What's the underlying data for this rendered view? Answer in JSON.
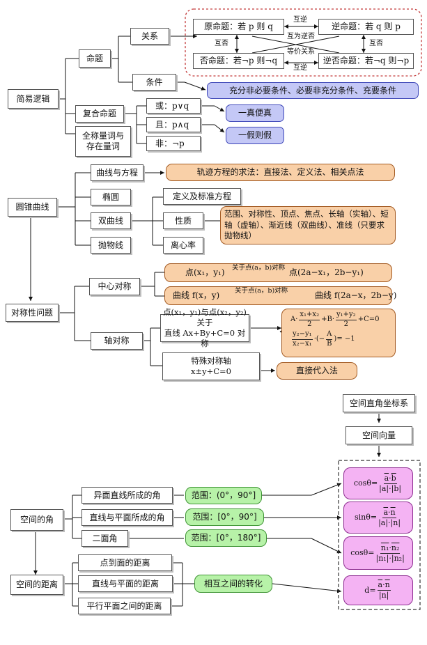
{
  "s1": {
    "root": "简易逻辑",
    "proposition": "命题",
    "relation": "关系",
    "condition": "条件",
    "original": "原命题：若 p 则 q",
    "converse": "逆命题：若 q 则 p",
    "inverse": "否命题：若¬p 则¬q",
    "contrapositive": "逆否命题：若¬q 则¬p",
    "e_huni_top": "互逆",
    "e_huni_bottom": "互逆",
    "e_hufou_left": "互否",
    "e_hufou_right": "互否",
    "e_huweinifou": "互为逆否",
    "e_dengjia": "等价关系",
    "condition_result": "充分非必要条件、必要非充分条件、充要条件",
    "compound": "复合命题",
    "or": "或：p∨q",
    "and": "且：p∧q",
    "not": "非：¬p",
    "or_result": "一真便真",
    "and_result": "一假则假",
    "quantifier": "全称量词与存在量词"
  },
  "s2": {
    "root": "圆锥曲线",
    "curve_eq": "曲线与方程",
    "ellipse": "椭圆",
    "hyperbola": "双曲线",
    "parabola": "抛物线",
    "locus_methods": "轨迹方程的求法：直接法、定义法、相关点法",
    "def_eq": "定义及标准方程",
    "property": "性质",
    "eccentricity": "离心率",
    "property_detail": "范围、对称性、顶点、焦点、长轴（实轴）、短轴（虚轴）、渐近线（双曲线）、准线（只要求抛物线）"
  },
  "s3": {
    "root": "对称性问题",
    "central": "中心对称",
    "axial": "轴对称",
    "point_from": "点(x₁，y₁)",
    "arrow_label": "关于点(a，b)对称",
    "point_to": "点(2a−x₁，2b−y₁)",
    "curve_from": "曲线 f(x，y)",
    "curve_to": "曲线 f(2a−x，2b−y)",
    "axial_cond_1": "点(x₁，y₁)与点(x₂，y₂)关于",
    "axial_cond_2": "直线 Ax+By+C=0 对称",
    "eq1_tail": "+C=0",
    "eq2_tail": "= −1",
    "special_axis_1": "特殊对称轴",
    "special_axis_2": "x±y+C=0",
    "direct_sub": "直接代入法"
  },
  "s4": {
    "coord_system": "空间直角坐标系",
    "vector": "空间向量",
    "angle": "空间的角",
    "distance": "空间的距离",
    "skew_angle": "异面直线所成的角",
    "line_plane_angle": "直线与平面所成的角",
    "dihedral": "二面角",
    "skew_range": "范围：(0°，90°]",
    "line_plane_range": "范围：[0°，90°]",
    "dihedral_range": "范围：[0°，180°]",
    "point_plane": "点到面的距离",
    "line_plane_dist": "直线与平面的距离",
    "plane_plane_dist": "平行平面之间的距离",
    "mutual_convert": "相互之间的转化",
    "cos_label": "cosθ=",
    "sin_label": "sinθ=",
    "d_label": "d=",
    "v_a": "a",
    "v_b": "b",
    "v_n": "n",
    "v_n1": "n₁",
    "v_n2": "n₂"
  }
}
